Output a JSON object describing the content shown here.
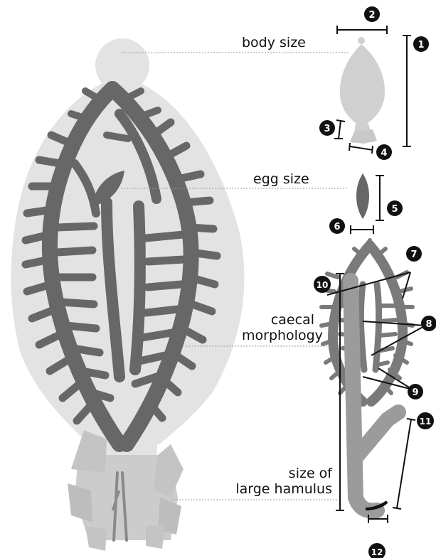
{
  "labels": {
    "body_size": "body size",
    "egg_size": "egg size",
    "caecal_line1": "caecal",
    "caecal_line2": "morphology",
    "hamulus_line1": "size of",
    "hamulus_line2": "large hamulus"
  },
  "markers": [
    "1",
    "2",
    "3",
    "4",
    "5",
    "6",
    "7",
    "8",
    "9",
    "10",
    "11",
    "12"
  ],
  "colors": {
    "body": "#e3e3e3",
    "caeca": "#676767",
    "haptor": "#c4c4c4",
    "hamulus": "#9b9b9b",
    "marker": "#111111",
    "leader": "#9a9a9a"
  }
}
